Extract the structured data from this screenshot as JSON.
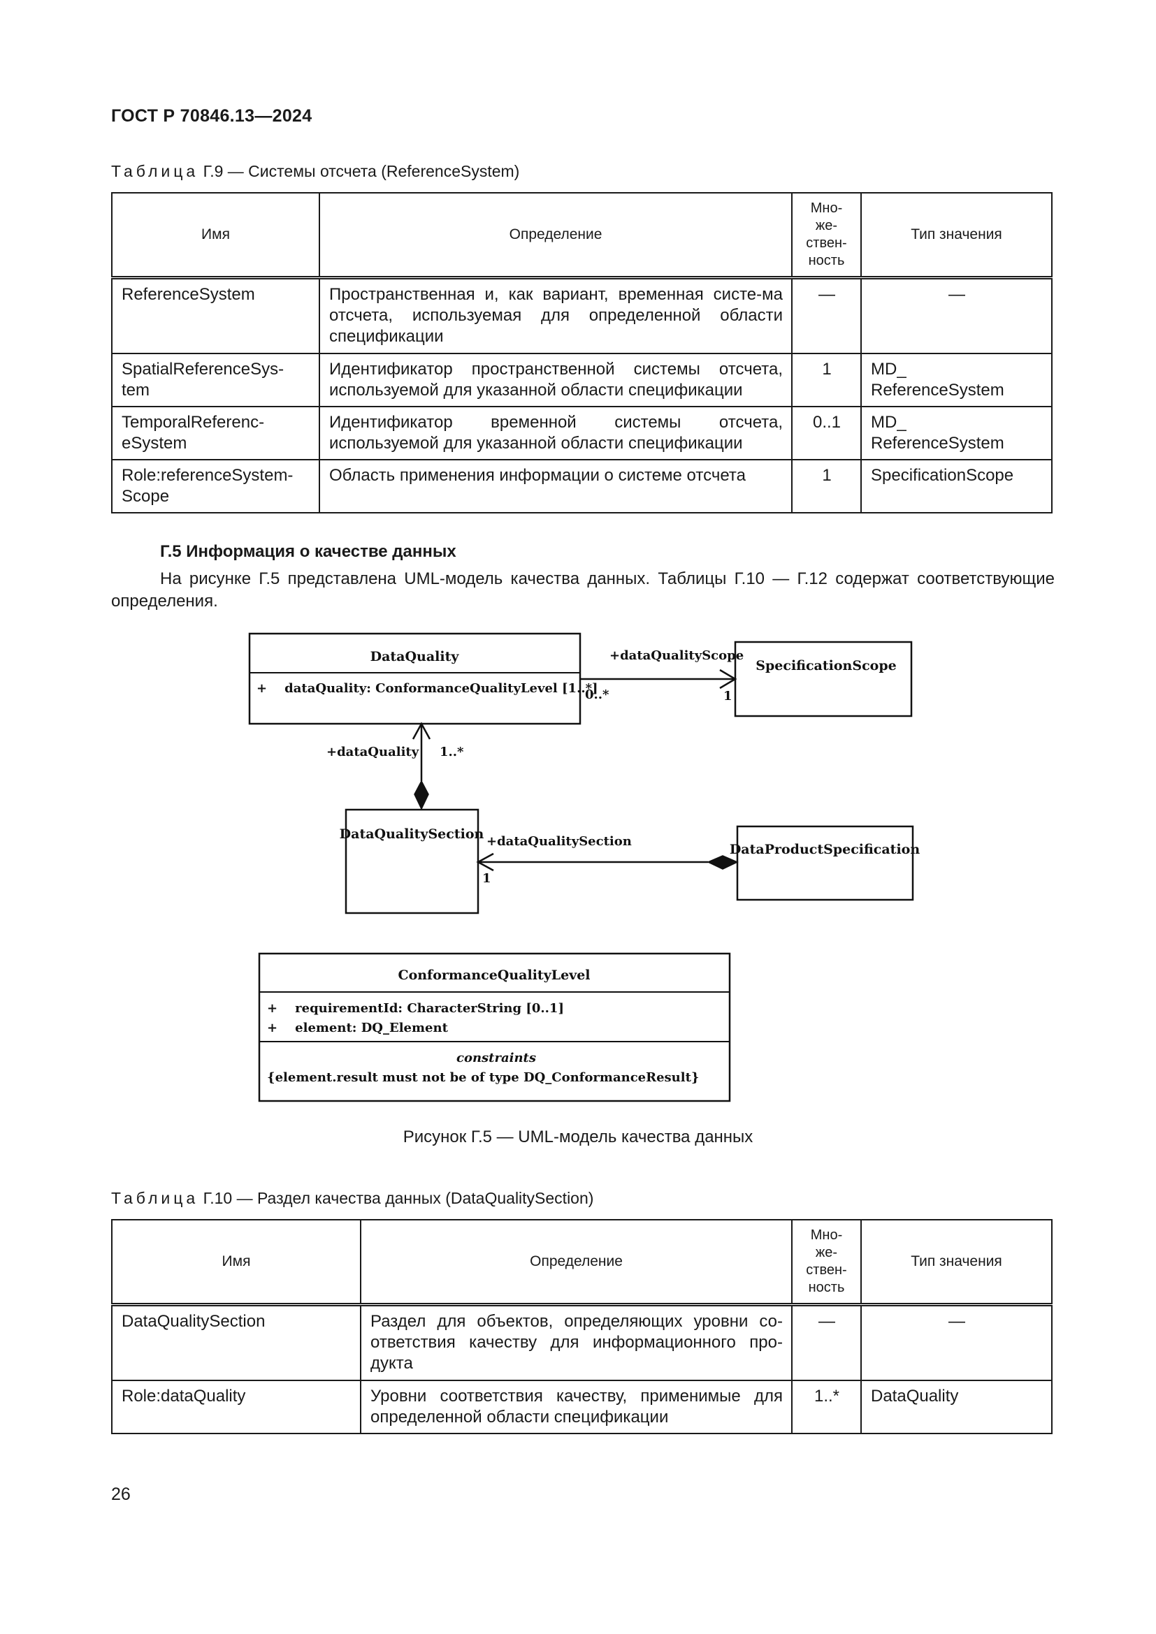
{
  "header": {
    "doc_id": "ГОСТ Р 70846.13—2024"
  },
  "table9": {
    "caption_prefix": "Таблица",
    "caption_rest": " Г.9 — Системы отсчета (ReferenceSystem)",
    "headers": {
      "name": "Имя",
      "definition": "Определение",
      "multiplicity": "Мно-\nже-\nствен-\nность",
      "type": "Тип значения"
    },
    "rows": [
      {
        "name": "ReferenceSystem",
        "definition": "Пространственная и, как вариант, временная систе-ма отсчета, используемая для определенной области спецификации",
        "multiplicity": "—",
        "type": "—"
      },
      {
        "name": "SpatialReferenceSys-tem",
        "definition": "Идентификатор пространственной системы отсчета, используемой для указанной области спецификации",
        "multiplicity": "1",
        "type": "MD_ ReferenceSystem"
      },
      {
        "name": "TemporalReferenc-eSystem",
        "definition": "Идентификатор временной системы отсчета, используемой для указанной области спецификации",
        "multiplicity": "0..1",
        "type": "MD_ ReferenceSystem"
      },
      {
        "name": "Role:referenceSystem-Scope",
        "definition": "Область применения информации о системе отсчета",
        "multiplicity": "1",
        "type": "SpecificationScope"
      }
    ]
  },
  "section": {
    "heading": "Г.5 Информация о качестве данных",
    "paragraph": "На рисунке Г.5 представлена UML-модель качества данных. Таблицы Г.10 — Г.12 содержат соответствующие определения."
  },
  "uml": {
    "data_quality": {
      "name": "DataQuality",
      "attribute": "+    dataQuality: ConformanceQualityLevel [1..*]"
    },
    "specification_scope": {
      "name": "SpecificationScope"
    },
    "data_quality_section": {
      "name": "DataQualitySection"
    },
    "data_product_specification": {
      "name": "DataProductSpecification"
    },
    "conformance_quality_level": {
      "name": "ConformanceQualityLevel",
      "attributes": [
        "+    requirementId: CharacterString [0..1]",
        "+    element: DQ_Element"
      ],
      "constraints_label": "constraints",
      "constraint": "{element.result must not be of type DQ_ConformanceResult}"
    },
    "assoc_scope": {
      "role": "+dataQualityScope",
      "source_mult": "0..*",
      "target_mult": "1"
    },
    "assoc_quality": {
      "role": "+dataQuality",
      "mult": "1..*"
    },
    "assoc_section": {
      "role": "+dataQualitySection",
      "mult": "1"
    }
  },
  "figure_caption": "Рисунок Г.5 — UML-модель качества данных",
  "table10": {
    "caption_prefix": "Таблица",
    "caption_rest": " Г.10 — Раздел качества данных (DataQualitySection)",
    "headers": {
      "name": "Имя",
      "definition": "Определение",
      "multiplicity": "Мно-\nже-\nствен-\nность",
      "type": "Тип значения"
    },
    "rows": [
      {
        "name": "DataQualitySection",
        "definition": "Раздел для объектов, определяющих уровни со-ответствия качеству для информационного про-дукта",
        "multiplicity": "—",
        "type": "—"
      },
      {
        "name": "Role:dataQuality",
        "definition": "Уровни соответствия качеству, применимые для определенной области спецификации",
        "multiplicity": "1..*",
        "type": "DataQuality"
      }
    ]
  },
  "page_number": "26"
}
